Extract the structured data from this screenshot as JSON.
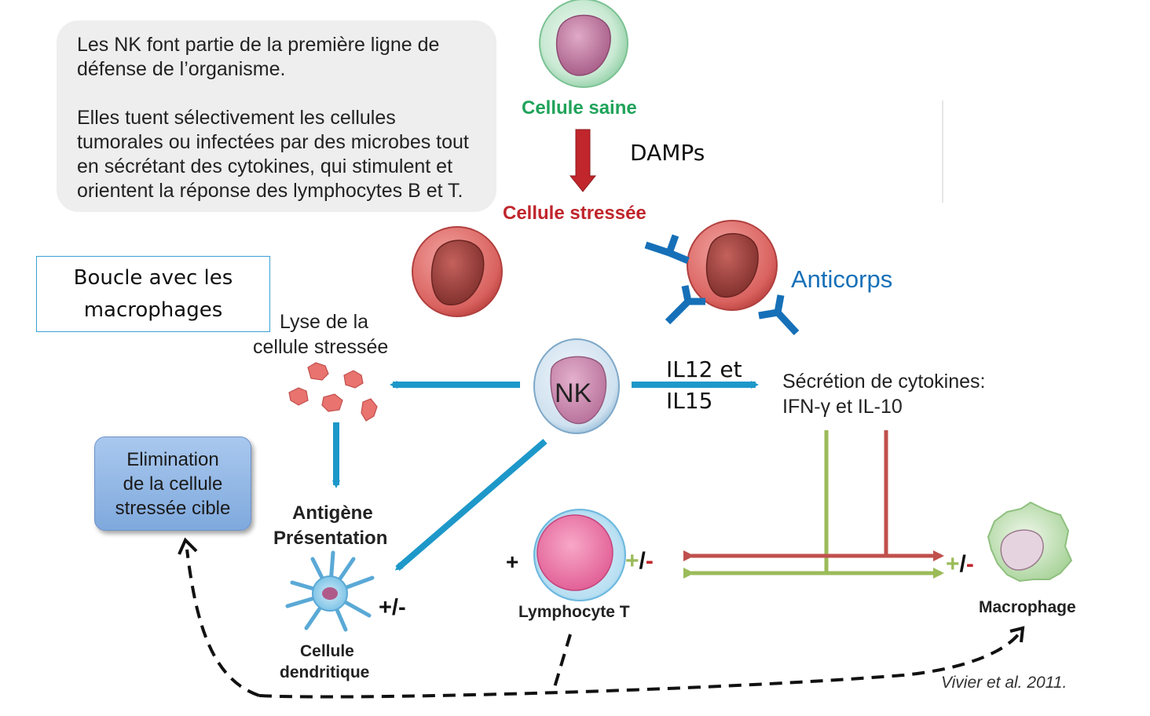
{
  "info": {
    "paragraph1": "Les NK font partie de la première ligne de défense de l’organisme.",
    "paragraph2": "Elles tuent sélectivement les cellules tumorales ou infectées par des microbes tout en sécrétant des cytokines, qui stimulent et orientent la réponse des lymphocytes B et T."
  },
  "loop_box": {
    "line1": "Boucle avec les",
    "line2": "macrophages"
  },
  "elimination": {
    "line1": "Elimination",
    "line2": "de la cellule",
    "line3": "stressée cible"
  },
  "labels": {
    "healthy_cell": "Cellule saine",
    "damps": "DAMPs",
    "stressed_cell": "Cellule stressée",
    "antibody": "Anticorps",
    "lysis_line1": "Lyse de la",
    "lysis_line2": "cellule stressée",
    "nk": "NK",
    "il_line1": "IL12 et",
    "il_line2": "IL15",
    "secretion_line1": "Sécrétion de cytokines:",
    "secretion_line2": "IFN-γ et IL-10",
    "antigen_line1": "Antigène",
    "antigen_line2": "Présentation",
    "dendritic_line1": "Cellule",
    "dendritic_line2": "dendritique",
    "dendritic_effect": "+/-",
    "t_plus": "+",
    "t_effect_plus": "+",
    "t_effect_slash": "/",
    "t_effect_minus": "-",
    "lymphocyte": "Lymphocyte T",
    "macro_effect_plus": "+",
    "macro_effect_slash": "/",
    "macro_effect_minus": "-",
    "macrophage": "Macrophage",
    "citation": "Vivier et al. 2011."
  },
  "colors": {
    "healthy_text": "#1fa35a",
    "stressed_text": "#c0262c",
    "antibody": "#1670b8",
    "arrow_blue": "#1d98c9",
    "arrow_red": "#b3262b",
    "line_red": "#c0504d",
    "line_green": "#9bbb59"
  }
}
